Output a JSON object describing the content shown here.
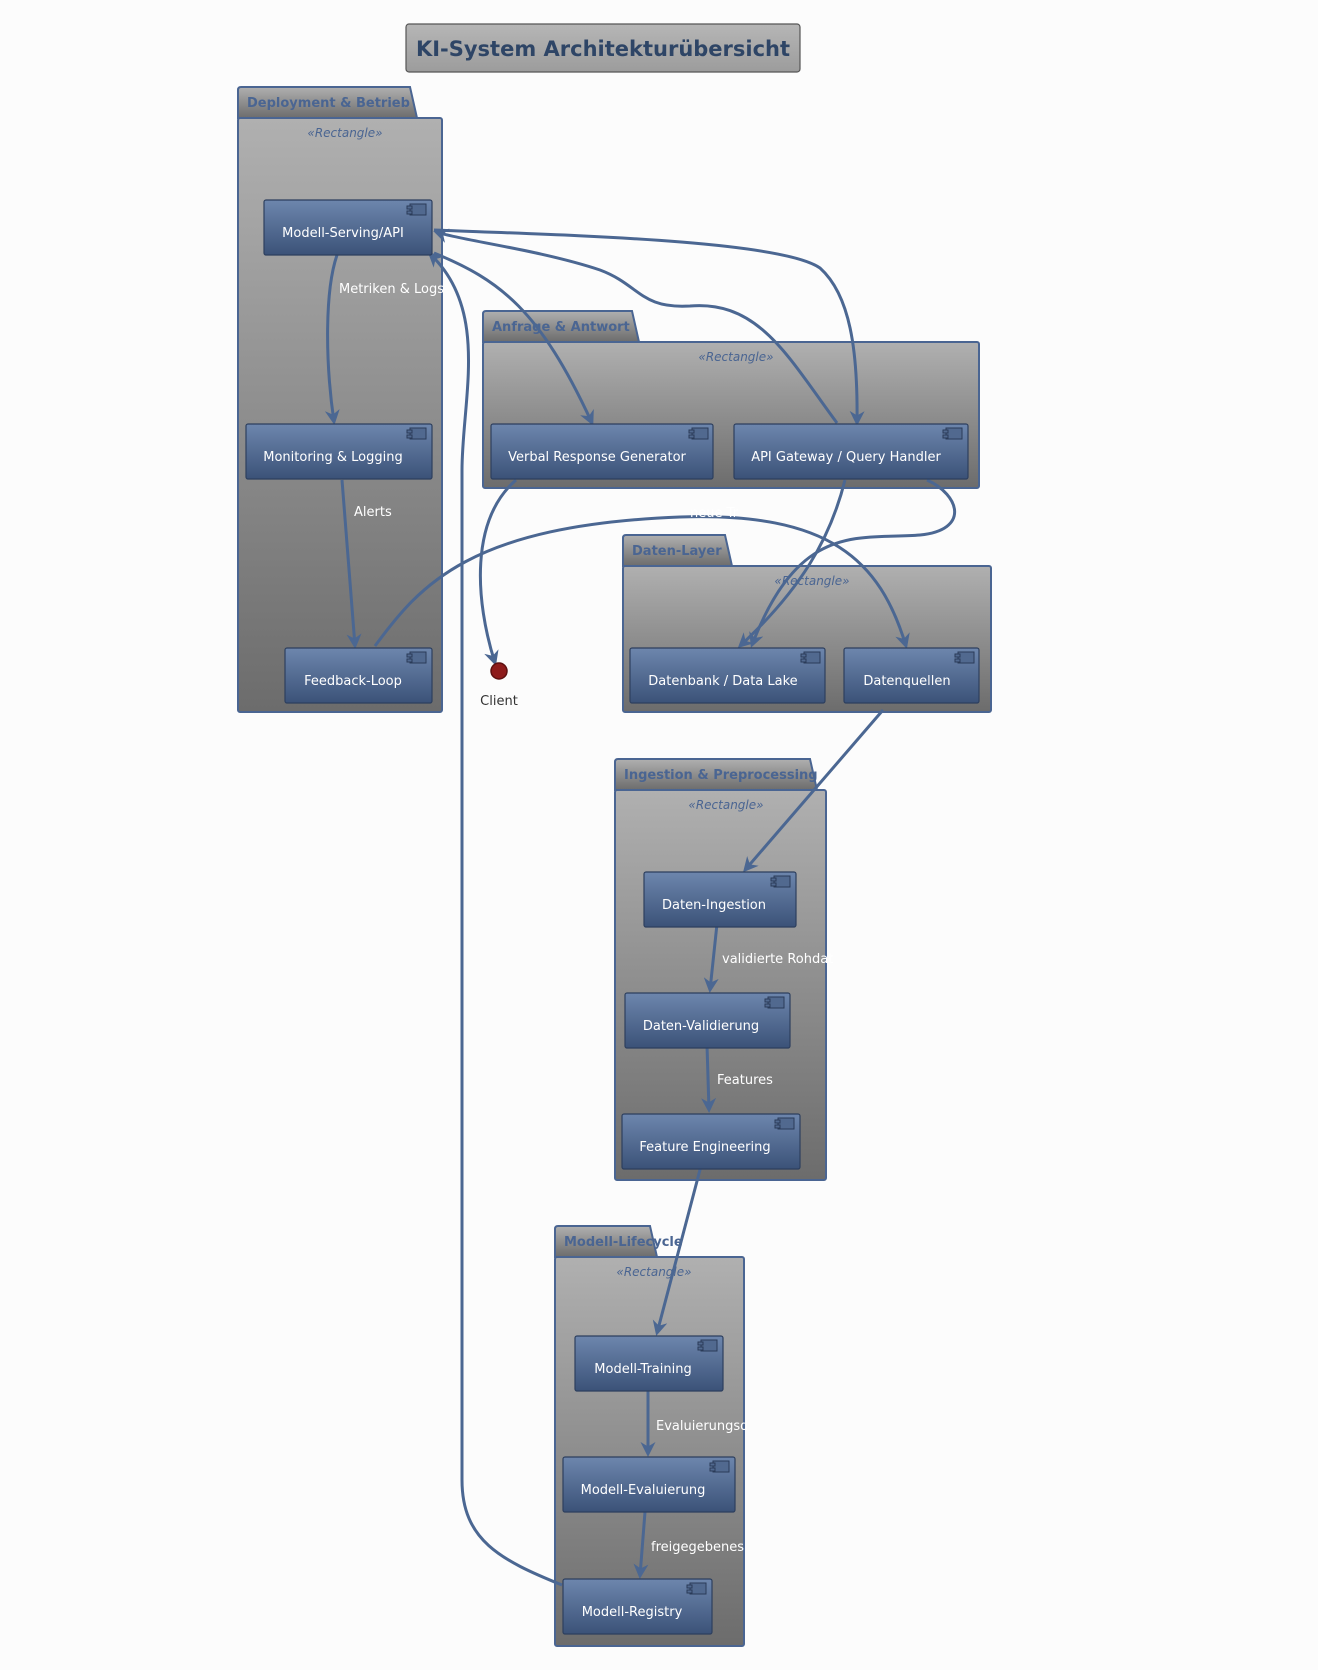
{
  "title": "KI-System Architekturübersicht",
  "stereotype": "«Rectangle»",
  "packages": {
    "deployment": "Deployment & Betrieb",
    "anfrage": "Anfrage & Antwort",
    "daten": "Daten-Layer",
    "ingestion": "Ingestion & Preprocessing",
    "lifecycle": "Modell-Lifecycle"
  },
  "components": {
    "serving": "Modell-Serving/API",
    "monitoring": "Monitoring & Logging",
    "feedback": "Feedback-Loop",
    "verbal": "Verbal Response Generator",
    "gateway": "API Gateway / Query Handler",
    "datenbank": "Datenbank / Data Lake",
    "datenquellen": "Datenquellen",
    "ingest": "Daten-Ingestion",
    "validierung": "Daten-Validierung",
    "feature": "Feature Engineering",
    "training": "Modell-Training",
    "evaluierung": "Modell-Evaluierung",
    "registry": "Modell-Registry"
  },
  "client": "Client",
  "edge_labels": {
    "metriken": "Metriken & Logs",
    "alerts": "Alerts",
    "neue": "neue Tr",
    "validierte": "validierte Rohdat",
    "features": "Features",
    "evaluierungs": "Evaluierungsd",
    "freigegebenes": "freigegebenes"
  },
  "colors": {
    "line": "#4b6792",
    "component_top": "#6d86ad",
    "component_bottom": "#3b5278",
    "package_top": "#b0b0b0",
    "package_bottom": "#6c6c6c",
    "client_dot": "#8e1b1b"
  }
}
